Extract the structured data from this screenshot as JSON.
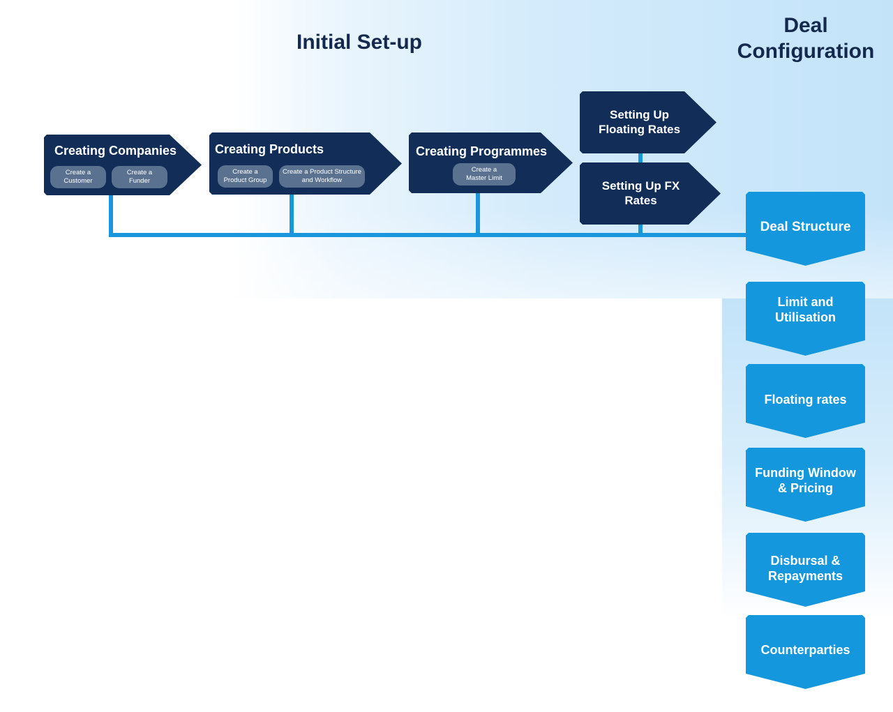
{
  "headings": {
    "initial_setup": "Initial Set-up",
    "deal_configuration": "Deal Configuration"
  },
  "setup_steps": [
    {
      "title": "Creating Companies",
      "subtasks": [
        "Create a Customer",
        "Create a Funder"
      ]
    },
    {
      "title": "Creating Products",
      "subtasks": [
        "Create a Product Group",
        "Create a Product Structure and Workflow"
      ]
    },
    {
      "title": "Creating Programmes",
      "subtasks": [
        "Create a Master Limit"
      ]
    },
    {
      "title": "Setting Up Floating Rates",
      "subtasks": []
    },
    {
      "title": "Setting Up FX Rates",
      "subtasks": []
    }
  ],
  "deal_steps": [
    "Deal Structure",
    "Limit and Utilisation",
    "Floating rates",
    "Funding Window & Pricing",
    "Disbursal & Repayments",
    "Counterparties"
  ],
  "colors": {
    "dark_navy": "#112d58",
    "accent_blue": "#1597de",
    "connector_blue": "#1a96dc",
    "pill_gray": "#5a7190",
    "heading_navy": "#15294f"
  }
}
